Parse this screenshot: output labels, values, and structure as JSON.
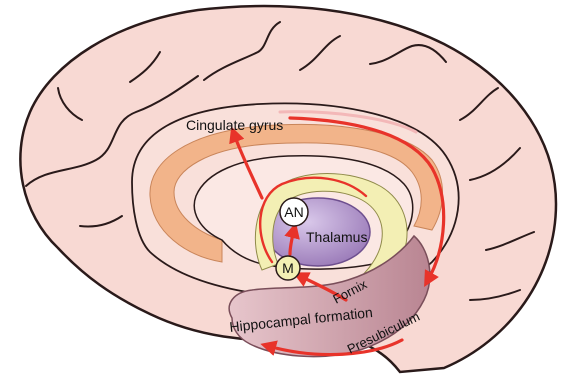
{
  "labels": {
    "cingulate_gyrus": "Cingulate gyrus",
    "anterior_nucleus": "AN",
    "thalamus": "Thalamus",
    "mammillary_body": "M",
    "fornix": "Fornix",
    "hippocampal_formation": "Hippocampal formation",
    "presubiculum": "Presubiculum"
  },
  "colors": {
    "brain_fill": "#f8d9d3",
    "brain_outline": "#2a1a1a",
    "cingulate_band": "#f2b48a",
    "thalamus": "#a98bc2",
    "thalamus_light": "#cdb8e0",
    "fornix": "#f3efb4",
    "hippocampus": "#c79aa4",
    "circuit_arrow": "#e8332a",
    "nucleus_fill": "#ffffff"
  }
}
